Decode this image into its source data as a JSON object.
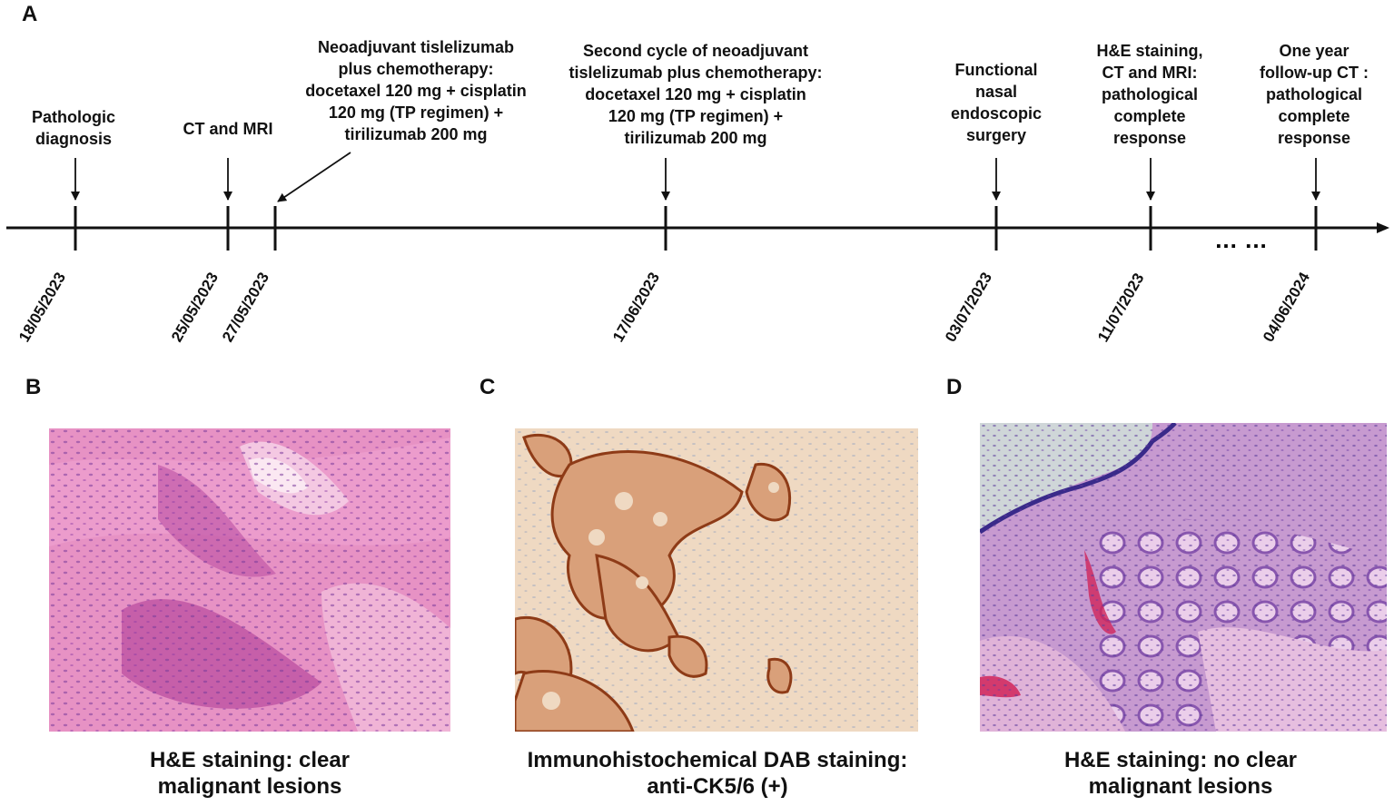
{
  "panels": {
    "a": "A",
    "b": "B",
    "c": "C",
    "d": "D"
  },
  "timeline": {
    "events": [
      {
        "date": "18/05/2023",
        "lines": [
          "Pathologic",
          "diagnosis"
        ]
      },
      {
        "date": "25/05/2023",
        "lines": [
          "CT and MRI"
        ]
      },
      {
        "date": "27/05/2023",
        "lines": [
          "Neoadjuvant tislelizumab",
          "plus chemotherapy:",
          "docetaxel 120 mg + cisplatin",
          "120 mg (TP regimen) +",
          "tirilizumab 200 mg"
        ]
      },
      {
        "date": "17/06/2023",
        "lines": [
          "Second cycle of neoadjuvant",
          "tislelizumab plus chemotherapy:",
          "docetaxel 120 mg + cisplatin",
          "120 mg (TP regimen) +",
          "tirilizumab 200 mg"
        ]
      },
      {
        "date": "03/07/2023",
        "lines": [
          "Functional",
          "nasal",
          "endoscopic",
          "surgery"
        ]
      },
      {
        "date": "11/07/2023",
        "lines": [
          "H&E staining,",
          "CT and MRI:",
          "pathological",
          "complete",
          "response"
        ]
      },
      {
        "date": "04/06/2024",
        "lines": [
          "One year",
          "follow-up CT :",
          "pathological",
          "complete",
          "response"
        ]
      }
    ],
    "ellipsis": "... ..."
  },
  "images": [
    {
      "caption_lines": [
        "H&E staining: clear",
        "malignant lesions"
      ]
    },
    {
      "caption_lines": [
        "Immunohistochemical DAB staining:",
        "anti-CK5/6 (+)"
      ]
    },
    {
      "caption_lines": [
        "H&E staining: no clear",
        "malignant lesions"
      ]
    }
  ]
}
